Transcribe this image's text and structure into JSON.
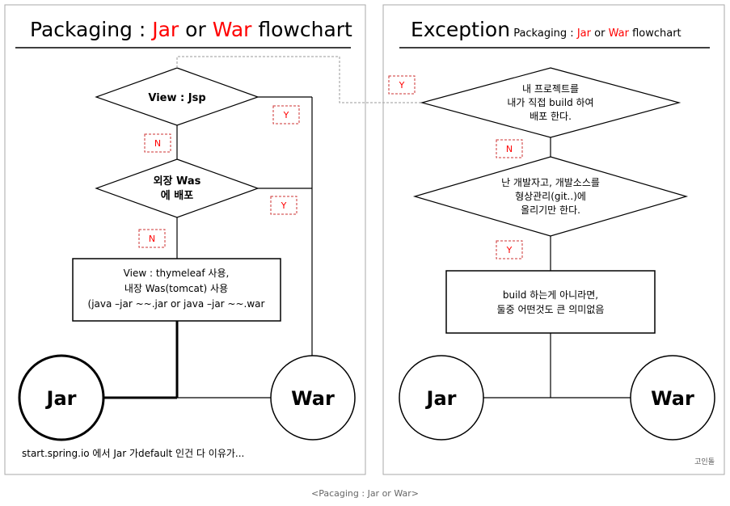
{
  "left_panel": {
    "title_prefix": "Packaging : ",
    "title_jar": "Jar",
    "title_or": "or",
    "title_war": "War",
    "title_suffix": "flowchart",
    "decision1": "View : Jsp",
    "decision2_line1": "외장 Was",
    "decision2_line2": "에 배포",
    "yes1": "Y",
    "yes2": "Y",
    "no1": "N",
    "no2": "N",
    "box_line1": "View : thymeleaf  사용,",
    "box_line2": "내장 Was(tomcat) 사용",
    "box_line3": "(java –jar ~~.jar or java –jar ~~.war",
    "jar": "Jar",
    "war": "War",
    "footnote": "start.spring.io 에서 Jar 가default 인건 다 이유가..."
  },
  "right_panel": {
    "title_main": "Exception",
    "title_prefix": "Packaging : ",
    "title_jar": "Jar",
    "title_or": "or",
    "title_war": "War",
    "title_suffix": "flowchart",
    "link_yes": "Y",
    "decision1_line1": "내 프로젝트를",
    "decision1_line2": "내가 직접 build 하여",
    "decision1_line3": "배포 한다.",
    "no1": "N",
    "decision2_line1": "난 개발자고, 개발소스를",
    "decision2_line2": "형상관리(git..)에",
    "decision2_line3": "올리기만 한다.",
    "yes1": "Y",
    "box_line1": "build 하는게 아니라면,",
    "box_line2": "둘중 어떤것도 큰 의미없음",
    "jar": "Jar",
    "war": "War",
    "signature": "고인돌"
  },
  "caption": "<Pacaging : Jar or War>",
  "colors": {
    "accent": "#ff0000",
    "line": "#000000",
    "frame": "#aaaaaa",
    "dashed": "#aaaaaa"
  }
}
